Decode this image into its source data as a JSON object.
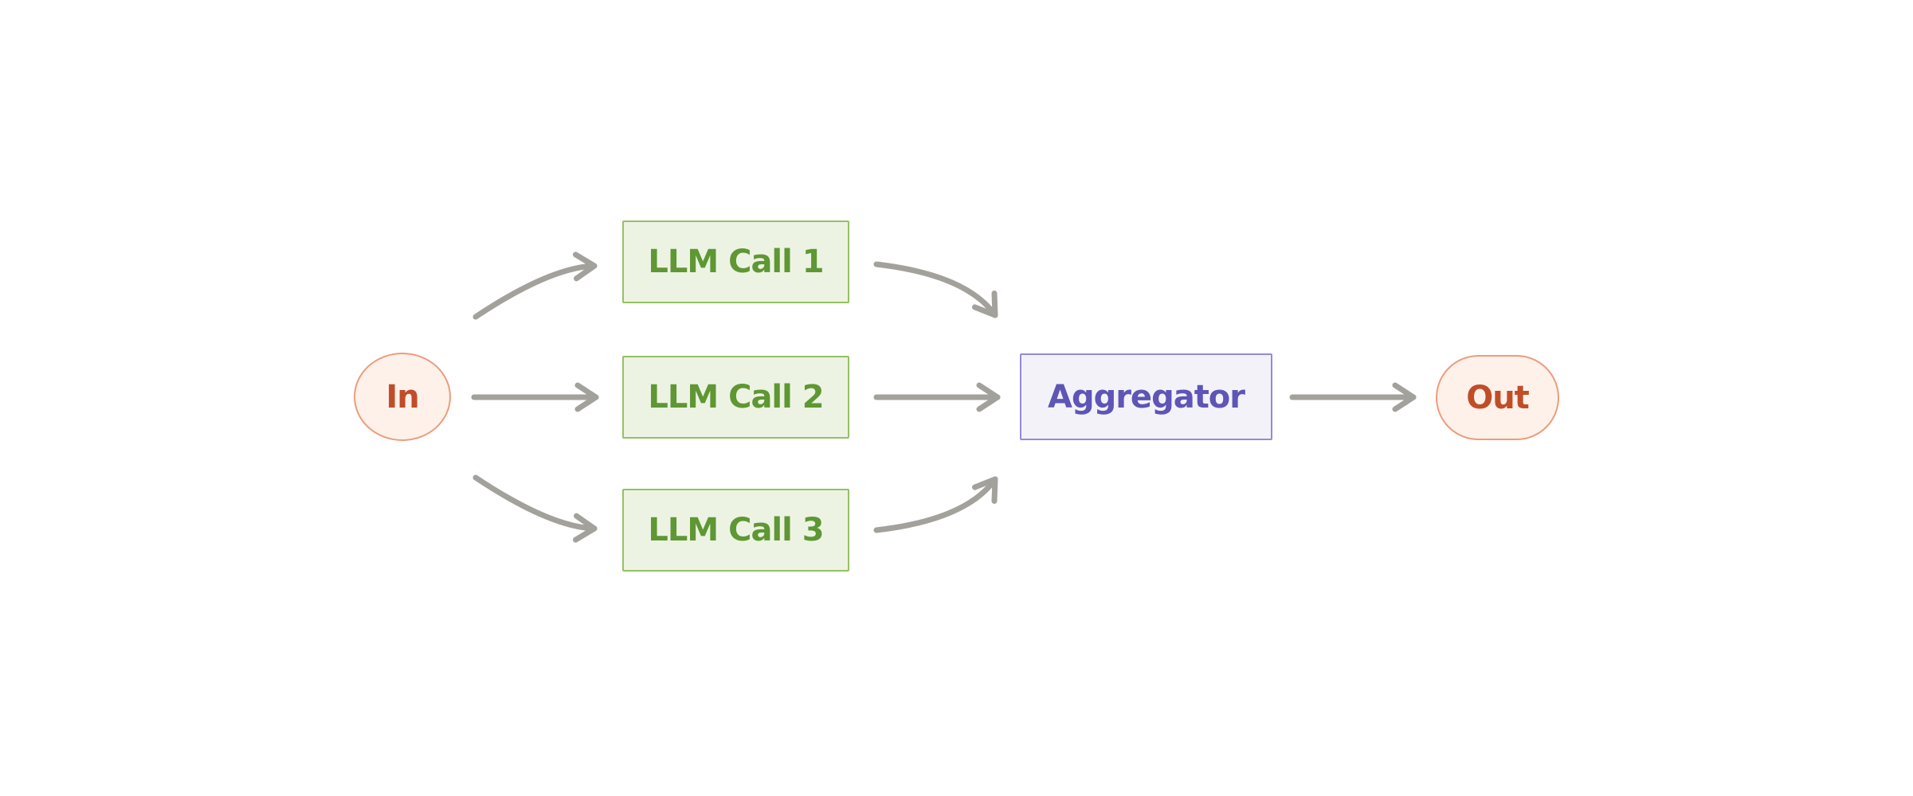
{
  "diagram": {
    "title": "parallelization-workflow",
    "background_color": "#ffffff",
    "arrow_color": "#a3a19b",
    "nodes": {
      "in": {
        "label": "In",
        "shape": "circle",
        "fill": "#fdf1ea",
        "border_color": "#ec9d7b",
        "text_color": "#bf4e28"
      },
      "llm1": {
        "label": "LLM Call 1",
        "shape": "rectangle",
        "fill": "#edf3e3",
        "border_color": "#94c163",
        "text_color": "#5e9733"
      },
      "llm2": {
        "label": "LLM Call 2",
        "shape": "rectangle",
        "fill": "#edf3e3",
        "border_color": "#94c163",
        "text_color": "#5e9733"
      },
      "llm3": {
        "label": "LLM Call 3",
        "shape": "rectangle",
        "fill": "#edf3e3",
        "border_color": "#94c163",
        "text_color": "#5e9733"
      },
      "aggregator": {
        "label": "Aggregator",
        "shape": "rectangle",
        "fill": "#f3f2f9",
        "border_color": "#938bd7",
        "text_color": "#5e55b7"
      },
      "out": {
        "label": "Out",
        "shape": "pill",
        "fill": "#fdf1ea",
        "border_color": "#ec9d7b",
        "text_color": "#bf4e28"
      }
    },
    "edges": [
      {
        "id": "in-llm1",
        "from": "in",
        "to": "llm1",
        "style": "curved-up"
      },
      {
        "id": "in-llm2",
        "from": "in",
        "to": "llm2",
        "style": "straight"
      },
      {
        "id": "in-llm3",
        "from": "in",
        "to": "llm3",
        "style": "curved-down"
      },
      {
        "id": "llm1-agg",
        "from": "llm1",
        "to": "aggregator",
        "style": "curved-down"
      },
      {
        "id": "llm2-agg",
        "from": "llm2",
        "to": "aggregator",
        "style": "straight"
      },
      {
        "id": "llm3-agg",
        "from": "llm3",
        "to": "aggregator",
        "style": "curved-up"
      },
      {
        "id": "agg-out",
        "from": "aggregator",
        "to": "out",
        "style": "straight"
      }
    ]
  }
}
